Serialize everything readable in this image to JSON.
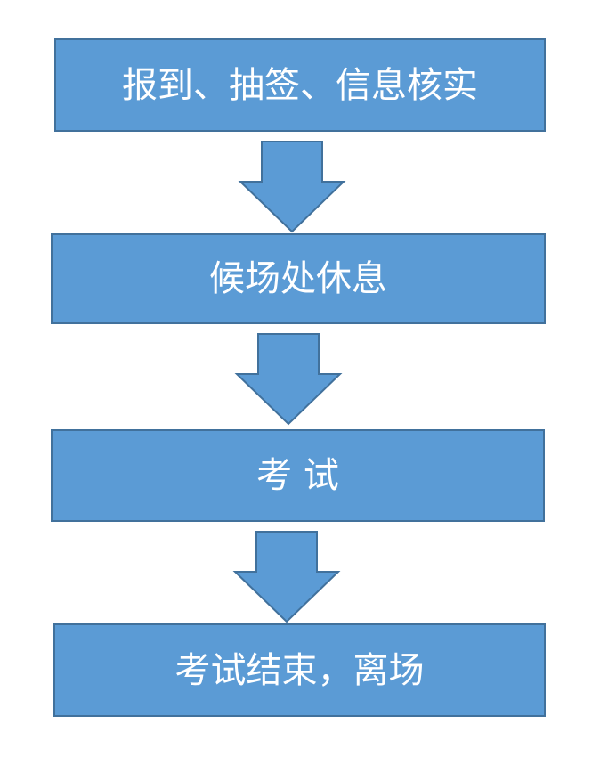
{
  "flowchart": {
    "steps": [
      {
        "label": "报到、抽签、信息核实"
      },
      {
        "label": "候场处休息"
      },
      {
        "label": "考 试"
      },
      {
        "label": "考试结束，离场"
      }
    ]
  },
  "colors": {
    "box_fill": "#5b9bd5",
    "box_border": "#41719c",
    "text": "#ffffff"
  }
}
